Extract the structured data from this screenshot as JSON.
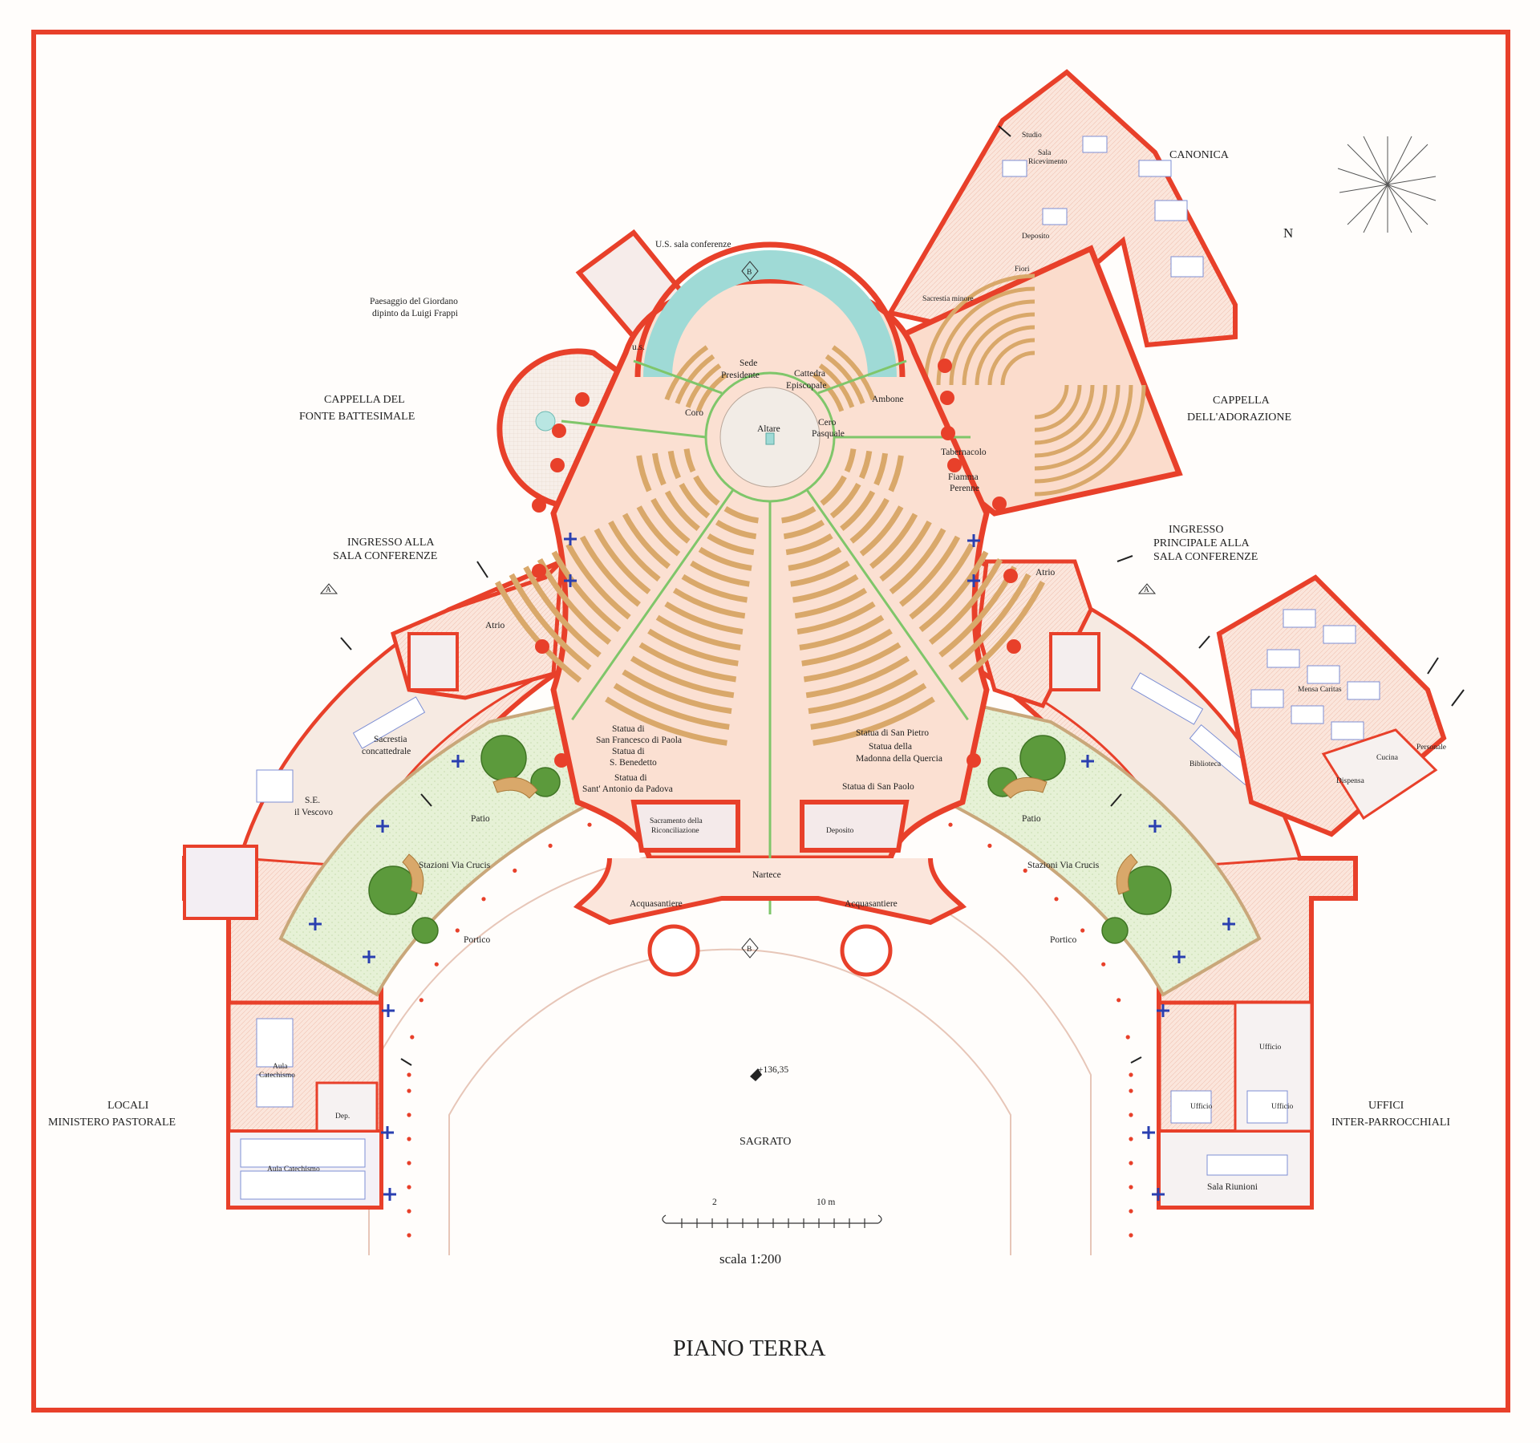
{
  "title": "PIANO TERRA",
  "compass": {
    "north_label": "N"
  },
  "section_markers": {
    "a": "A",
    "b": "B"
  },
  "elevation": "+136,35",
  "scale": {
    "text": "scala 1:200",
    "tick_2": "2",
    "tick_10": "10 m"
  },
  "wings": {
    "canonica": "CANONICA",
    "cappella_adorazione_1": "CAPPELLA",
    "cappella_adorazione_2": "DELL'ADORAZIONE",
    "cappella_fonte_1": "CAPPELLA DEL",
    "cappella_fonte_2": "FONTE BATTESIMALE",
    "ingresso_sala_1": "INGRESSO ALLA",
    "ingresso_sala_2": "SALA CONFERENZE",
    "ingresso_principale_1": "INGRESSO",
    "ingresso_principale_2": "PRINCIPALE ALLA",
    "ingresso_principale_3": "SALA CONFERENZE",
    "locali_1": "LOCALI",
    "locali_2": "MINISTERO PASTORALE",
    "uffici_1": "UFFICI",
    "uffici_2": "INTER-PARROCCHIALI",
    "sagrato": "SAGRATO"
  },
  "rooms": {
    "us_sala": "U.S. sala conferenze",
    "paesaggio_1": "Paesaggio del Giordano",
    "paesaggio_2": "dipinto da Luigi Frappi",
    "us": "u.s.",
    "sede_1": "Sede",
    "sede_2": "Presidente",
    "cattedra_1": "Cattedra",
    "cattedra_2": "Episcopale",
    "coro": "Coro",
    "ambone": "Ambone",
    "altare": "Altare",
    "cero_1": "Cero",
    "cero_2": "Pasquale",
    "tabernacolo": "Tabernacolo",
    "fiamma_1": "Fiamma",
    "fiamma_2": "Perenne",
    "studio": "Studio",
    "sala_ric_1": "Sala",
    "sala_ric_2": "Ricevimento",
    "deposito_can": "Deposito",
    "fiori": "Fiori",
    "sacrestia_minore": "Sacrestia minore",
    "atrio_l": "Atrio",
    "atrio_r": "Atrio",
    "sacrestia_conc_1": "Sacrestia",
    "sacrestia_conc_2": "concattedrale",
    "se_1": "S.E.",
    "se_2": "il Vescovo",
    "statua_sf_1": "Statua di",
    "statua_sf_2": "San Francesco di Paola",
    "statua_sb_1": "Statua di",
    "statua_sb_2": "S. Benedetto",
    "statua_sa_1": "Statua di",
    "statua_sa_2": "Sant' Antonio da Padova",
    "statua_sp": "Statua di San Pietro",
    "statua_mq_1": "Statua della",
    "statua_mq_2": "Madonna della Quercia",
    "statua_spa": "Statua di San Paolo",
    "sacramento_1": "Sacramento della",
    "sacramento_2": "Riconciliazione",
    "deposito_c": "Deposito",
    "nartece": "Nartece",
    "acqua_l": "Acquasantiere",
    "acqua_r": "Acquasantiere",
    "patio_l": "Patio",
    "patio_r": "Patio",
    "stazioni_l": "Stazioni Via Crucis",
    "stazioni_r": "Stazioni Via Crucis",
    "portico_l": "Portico",
    "portico_r": "Portico",
    "mensa": "Mensa Caritas",
    "cucina": "Cucina",
    "personale": "Personale",
    "dispensa": "Dispensa",
    "biblioteca": "Biblioteca",
    "aula_cat_1": "Aula",
    "aula_cat_2": "Catechismo",
    "dep": "Dep.",
    "aula_cat_b": "Aula Catechismo",
    "ufficio_t": "Ufficio",
    "ufficio_l": "Ufficio",
    "ufficio_r": "Ufficio",
    "sala_riunioni": "Sala Riunioni"
  },
  "colors": {
    "wall": "#e8402a",
    "floor": "#fbe3d6",
    "pew": "#d9a86a",
    "path": "#7fc66a",
    "garden": "#e4f0d2",
    "tree": "#5c9a3c",
    "cross": "#2a3fb0",
    "water": "#b9e6e2"
  }
}
